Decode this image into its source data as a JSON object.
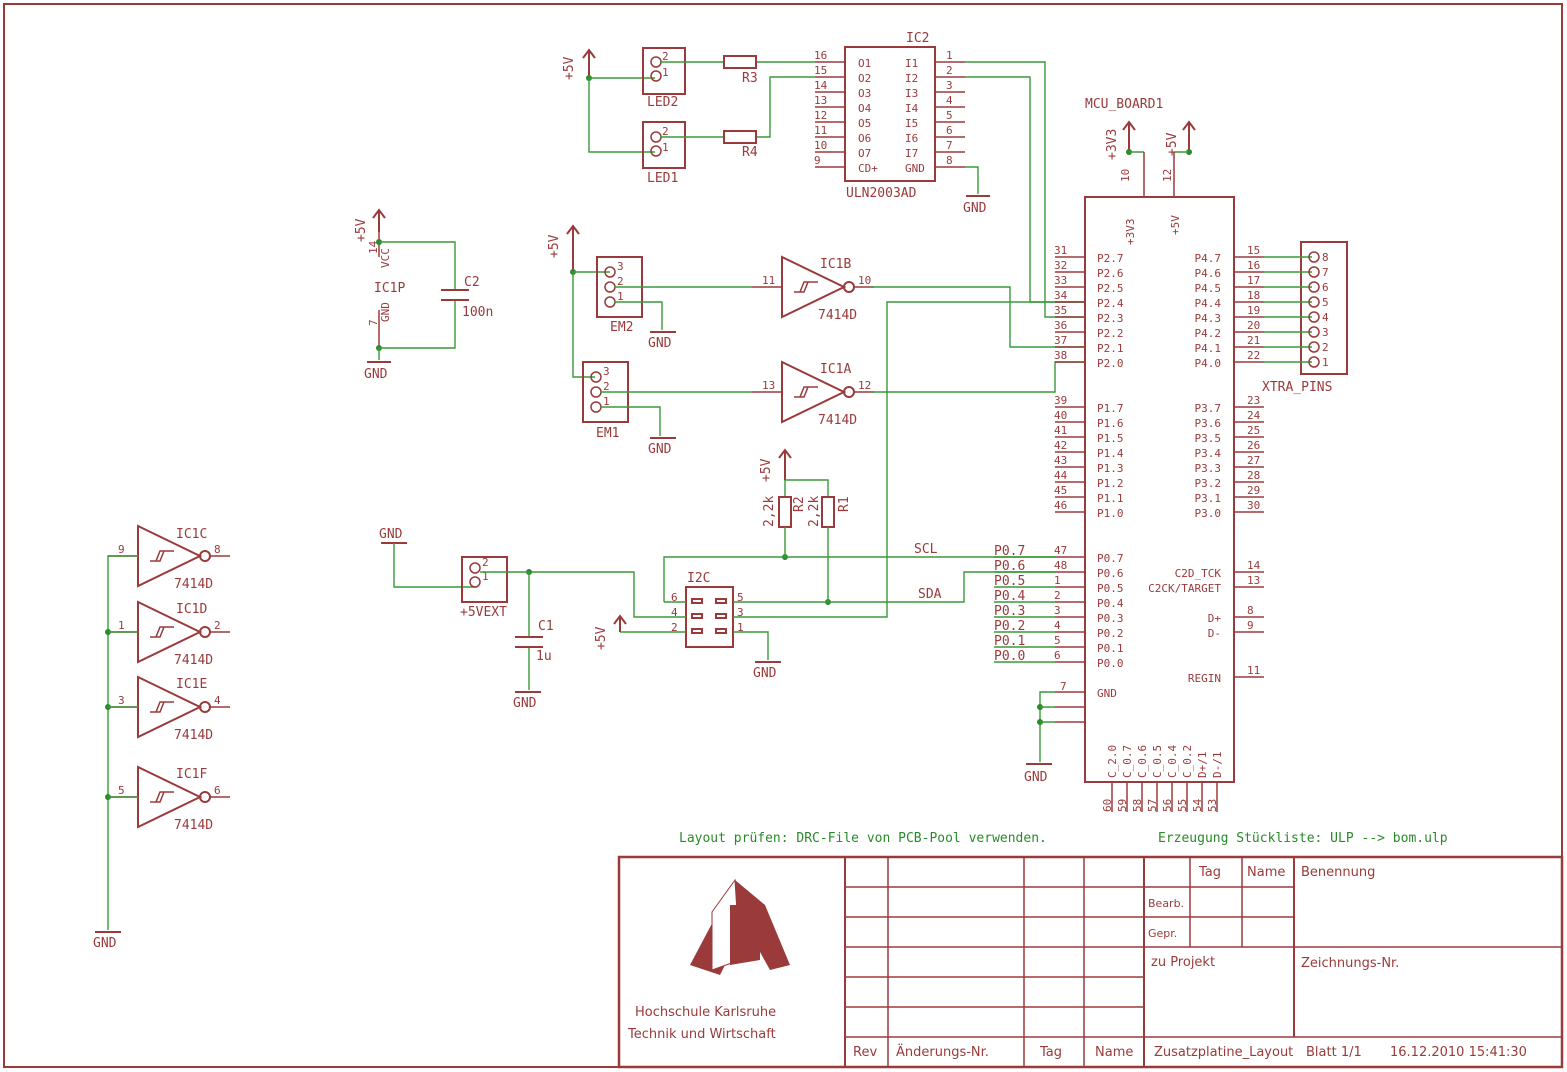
{
  "notes": {
    "layout": "Layout prüfen: DRC-File von PCB-Pool verwenden.",
    "bom": "Erzeugung Stückliste: ULP -->   bom.ulp"
  },
  "ic2": {
    "name": "IC2",
    "value": "ULN2003AD",
    "out_pins": [
      "16",
      "15",
      "14",
      "13",
      "12",
      "11",
      "10",
      "9"
    ],
    "out_labels": [
      "O1",
      "O2",
      "O3",
      "O4",
      "O5",
      "O6",
      "O7",
      "CD+"
    ],
    "in_pins": [
      "1",
      "2",
      "3",
      "4",
      "5",
      "6",
      "7",
      "8"
    ],
    "in_labels": [
      "I1",
      "I2",
      "I3",
      "I4",
      "I5",
      "I6",
      "I7",
      "GND"
    ]
  },
  "mcu": {
    "name": "MCU_BOARD1",
    "top_pins": [
      "10",
      "12"
    ],
    "top_labels": [
      "+3V3",
      "+5V"
    ],
    "left_upper": [
      [
        "31",
        "P2.7"
      ],
      [
        "32",
        "P2.6"
      ],
      [
        "33",
        "P2.5"
      ],
      [
        "34",
        "P2.4"
      ],
      [
        "35",
        "P2.3"
      ],
      [
        "36",
        "P2.2"
      ],
      [
        "37",
        "P2.1"
      ],
      [
        "38",
        "P2.0"
      ]
    ],
    "left_mid": [
      [
        "39",
        "P1.7"
      ],
      [
        "40",
        "P1.6"
      ],
      [
        "41",
        "P1.5"
      ],
      [
        "42",
        "P1.4"
      ],
      [
        "43",
        "P1.3"
      ],
      [
        "44",
        "P1.2"
      ],
      [
        "45",
        "P1.1"
      ],
      [
        "46",
        "P1.0"
      ]
    ],
    "left_lower": [
      [
        "47",
        "P0.7"
      ],
      [
        "48",
        "P0.6"
      ],
      [
        "1",
        "P0.5"
      ],
      [
        "2",
        "P0.4"
      ],
      [
        "3",
        "P0.3"
      ],
      [
        "4",
        "P0.2"
      ],
      [
        "5",
        "P0.1"
      ],
      [
        "6",
        "P0.0"
      ]
    ],
    "right_upper": [
      [
        "15",
        "P4.7"
      ],
      [
        "16",
        "P4.6"
      ],
      [
        "17",
        "P4.5"
      ],
      [
        "18",
        "P4.4"
      ],
      [
        "19",
        "P4.3"
      ],
      [
        "20",
        "P4.2"
      ],
      [
        "21",
        "P4.1"
      ],
      [
        "22",
        "P4.0"
      ]
    ],
    "right_mid": [
      [
        "23",
        "P3.7"
      ],
      [
        "24",
        "P3.6"
      ],
      [
        "25",
        "P3.5"
      ],
      [
        "26",
        "P3.4"
      ],
      [
        "27",
        "P3.3"
      ],
      [
        "28",
        "P3.2"
      ],
      [
        "29",
        "P3.1"
      ],
      [
        "30",
        "P3.0"
      ]
    ],
    "right_c2d": [
      [
        "14",
        "C2D_TCK"
      ],
      [
        "13",
        "C2CK/TARGET"
      ],
      [
        "8",
        "D+"
      ],
      [
        "9",
        "D-"
      ],
      [
        "11",
        "REGIN"
      ]
    ],
    "gnd_pin": "7",
    "gnd_label": "GND",
    "bottom_labels": [
      "C_2.0",
      "C_0.7",
      "C_0.6",
      "C_0.5",
      "C_0.4",
      "C_0.2",
      "D+/1",
      "D-/1"
    ],
    "bottom_pins": [
      "60",
      "59",
      "58",
      "57",
      "56",
      "55",
      "54",
      "53"
    ]
  },
  "net_labels": [
    "P0.7",
    "P0.6",
    "P0.5",
    "P0.4",
    "P0.3",
    "P0.2",
    "P0.1",
    "P0.0"
  ],
  "xtra": {
    "name": "XTRA_PINS",
    "pins": [
      "8",
      "7",
      "6",
      "5",
      "4",
      "3",
      "2",
      "1"
    ]
  },
  "supplies": {
    "p5v": "+5V",
    "p3v3": "+3V3",
    "gnd": "GND"
  },
  "parts": {
    "led1": "LED1",
    "led2": "LED2",
    "r3": "R3",
    "r4": "R4",
    "c2": "C2",
    "c2v": "100n",
    "ic1p": "IC1P",
    "vcc": "VCC",
    "gndp": "GND",
    "p14": "14",
    "p7": "7",
    "em1": "EM1",
    "em2": "EM2",
    "ic1a": "IC1A",
    "ic1b": "IC1B",
    "ic1c": "IC1C",
    "ic1d": "IC1D",
    "ic1e": "IC1E",
    "ic1f": "IC1F",
    "gate": "7414D",
    "r1": "R1",
    "r2": "R2",
    "rv": "2,2k",
    "i2c": "I2C",
    "scl": "SCL",
    "sda": "SDA",
    "p5vext": "+5VEXT",
    "c1": "C1",
    "c1v": "1u"
  },
  "gate_pins": {
    "b_in": "11",
    "b_out": "10",
    "a_in": "13",
    "a_out": "12",
    "c_in": "9",
    "c_out": "8",
    "d_in": "1",
    "d_out": "2",
    "e_in": "3",
    "e_out": "4",
    "f_in": "5",
    "f_out": "6"
  },
  "pin_nums": {
    "one": "1",
    "two": "2",
    "three": "3",
    "four": "4",
    "five": "5",
    "six": "6"
  },
  "title_block": {
    "org1": "Hochschule Karlsruhe",
    "org2": "Technik und Wirtschaft",
    "tag": "Tag",
    "name": "Name",
    "bearb": "Bearb.",
    "gepr": "Gepr.",
    "benennung": "Benennung",
    "projekt": "zu Projekt",
    "zeichnung": "Zeichnungs-Nr.",
    "rev": "Rev",
    "aend": "Änderungs-Nr.",
    "file": "Zusatzplatine_Layout",
    "blatt": "Blatt 1/1",
    "date": "16.12.2010 15:41:30"
  },
  "colors": {
    "line": "#9a3a3a",
    "wire": "#3a9a3a",
    "note": "#2a8a2a"
  }
}
